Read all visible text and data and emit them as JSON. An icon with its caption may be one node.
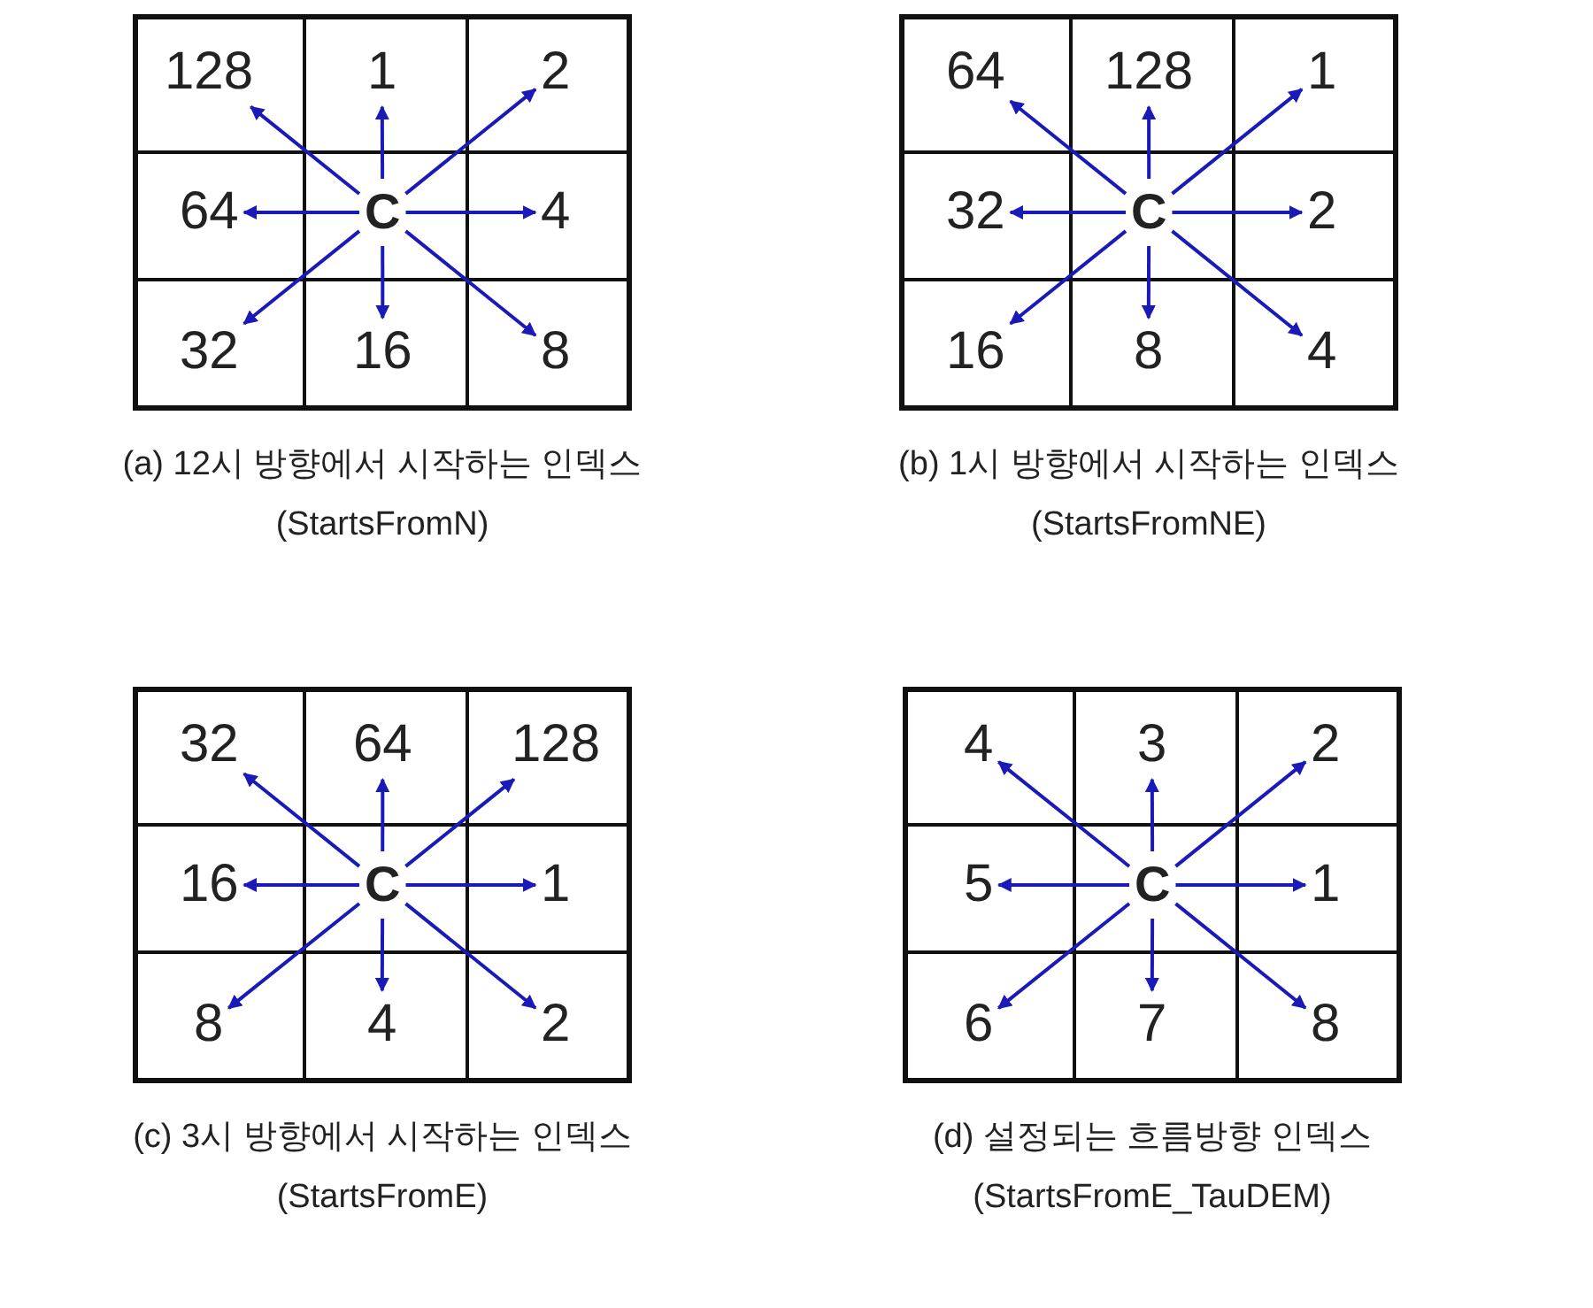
{
  "diagram": {
    "nodes": [
      {
        "text": [],
        "shape": "box"
      },
      {
        "text": [
          "128"
        ],
        "in": 0
      },
      {
        "text": [
          "1"
        ],
        "in": 0
      },
      {
        "text": [
          "2"
        ],
        "in": 0
      },
      {
        "text": [
          "64"
        ],
        "in": 0
      },
      {
        "text": [
          "C"
        ],
        "in": 0
      },
      {
        "text": [
          "4"
        ],
        "in": 0
      },
      {
        "text": [
          "32"
        ],
        "in": 0
      },
      {
        "text": [
          "16"
        ],
        "in": 0
      },
      {
        "text": [
          "8"
        ],
        "in": 0
      },
      {
        "text": [],
        "shape": "box"
      },
      {
        "text": [
          "64"
        ],
        "in": 10
      },
      {
        "text": [
          "128"
        ],
        "in": 10
      },
      {
        "text": [
          "1"
        ],
        "in": 10
      },
      {
        "text": [
          "32"
        ],
        "in": 10
      },
      {
        "text": [
          "C"
        ],
        "in": 10
      },
      {
        "text": [
          "2"
        ],
        "in": 10
      },
      {
        "text": [
          "16"
        ],
        "in": 10
      },
      {
        "text": [
          "8"
        ],
        "in": 10
      },
      {
        "text": [
          "4"
        ],
        "in": 10
      },
      {
        "text": [],
        "shape": "box"
      },
      {
        "text": [
          "32"
        ],
        "in": 20
      },
      {
        "text": [
          "64"
        ],
        "in": 20
      },
      {
        "text": [
          "128"
        ],
        "in": 20
      },
      {
        "text": [
          "16"
        ],
        "in": 20
      },
      {
        "text": [
          "C"
        ],
        "in": 20
      },
      {
        "text": [
          "1"
        ],
        "in": 20
      },
      {
        "text": [
          "8"
        ],
        "in": 20
      },
      {
        "text": [
          "4"
        ],
        "in": 20
      },
      {
        "text": [
          "2"
        ],
        "in": 20
      },
      {
        "text": [],
        "shape": "box"
      },
      {
        "text": [
          "4"
        ],
        "in": 30
      },
      {
        "text": [
          "3"
        ],
        "in": 30
      },
      {
        "text": [
          "2"
        ],
        "in": 30
      },
      {
        "text": [
          "5"
        ],
        "in": 30
      },
      {
        "text": [
          "C"
        ],
        "in": 30
      },
      {
        "text": [
          "1"
        ],
        "in": 30
      },
      {
        "text": [
          "6"
        ],
        "in": 30
      },
      {
        "text": [
          "7"
        ],
        "in": 30
      },
      {
        "text": [
          "8"
        ],
        "in": 30
      }
    ],
    "edges": [
      {
        "from": 5,
        "to": 1,
        "arrow": "to"
      },
      {
        "from": 5,
        "to": 2,
        "arrow": "to"
      },
      {
        "from": 5,
        "to": 3,
        "arrow": "to"
      },
      {
        "from": 5,
        "to": 4,
        "arrow": "to"
      },
      {
        "from": 5,
        "to": 6,
        "arrow": "to"
      },
      {
        "from": 5,
        "to": 7,
        "arrow": "to"
      },
      {
        "from": 5,
        "to": 8,
        "arrow": "to"
      },
      {
        "from": 5,
        "to": 9,
        "arrow": "to"
      },
      {
        "from": 15,
        "to": 11,
        "arrow": "to"
      },
      {
        "from": 15,
        "to": 12,
        "arrow": "to"
      },
      {
        "from": 15,
        "to": 13,
        "arrow": "to"
      },
      {
        "from": 15,
        "to": 14,
        "arrow": "to"
      },
      {
        "from": 15,
        "to": 16,
        "arrow": "to"
      },
      {
        "from": 15,
        "to": 17,
        "arrow": "to"
      },
      {
        "from": 15,
        "to": 18,
        "arrow": "to"
      },
      {
        "from": 15,
        "to": 19,
        "arrow": "to"
      },
      {
        "from": 25,
        "to": 21,
        "arrow": "to"
      },
      {
        "from": 25,
        "to": 22,
        "arrow": "to"
      },
      {
        "from": 25,
        "to": 23,
        "arrow": "to"
      },
      {
        "from": 25,
        "to": 24,
        "arrow": "to"
      },
      {
        "from": 25,
        "to": 26,
        "arrow": "to"
      },
      {
        "from": 25,
        "to": 27,
        "arrow": "to"
      },
      {
        "from": 25,
        "to": 28,
        "arrow": "to"
      },
      {
        "from": 25,
        "to": 29,
        "arrow": "to"
      },
      {
        "from": 35,
        "to": 31,
        "arrow": "to"
      },
      {
        "from": 35,
        "to": 32,
        "arrow": "to"
      },
      {
        "from": 35,
        "to": 33,
        "arrow": "to"
      },
      {
        "from": 35,
        "to": 34,
        "arrow": "to"
      },
      {
        "from": 35,
        "to": 36,
        "arrow": "to"
      },
      {
        "from": 35,
        "to": 37,
        "arrow": "to"
      },
      {
        "from": 35,
        "to": 38,
        "arrow": "to"
      },
      {
        "from": 35,
        "to": 39,
        "arrow": "to"
      }
    ],
    "labels": [
      "(a) 12시 방향에서 시작하는 인덱스 (StartsFromN)",
      "(b) 1시 방향에서 시작하는 인덱스 (StartsFromNE)",
      "(c) 3시 방향에서 시작하는 인덱스 (StartsFromE)",
      "(d) 설정되는 흐름방향 인덱스(StartsFromE_TauDEM)"
    ]
  }
}
